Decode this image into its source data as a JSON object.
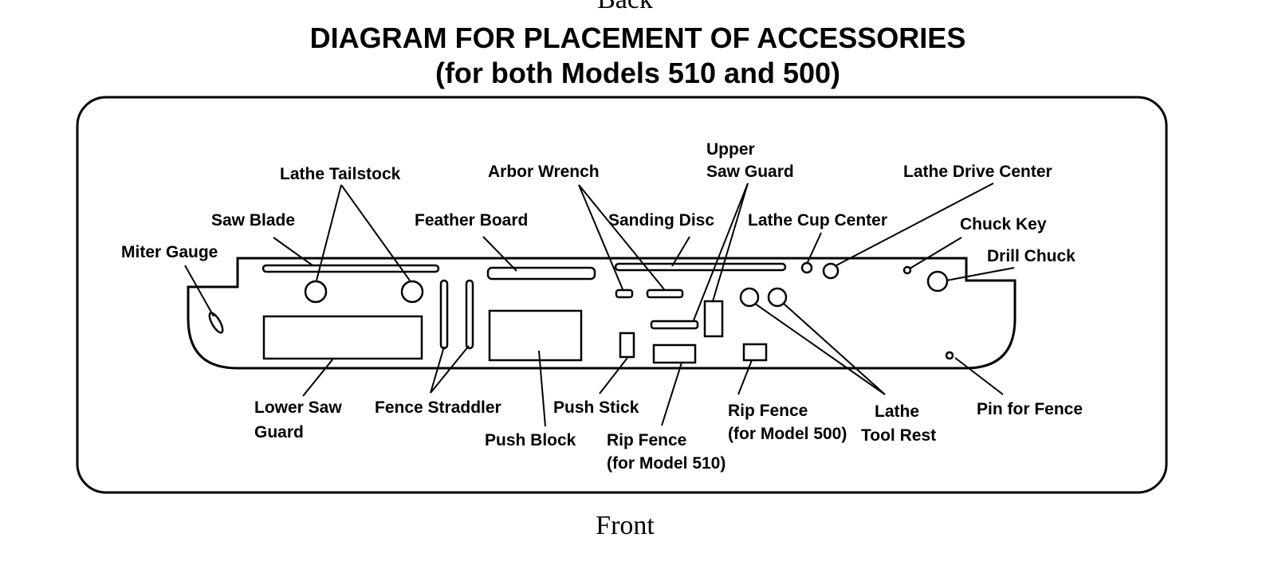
{
  "page": {
    "back_label": "Back",
    "front_label": "Front",
    "title_line1": "DIAGRAM FOR PLACEMENT OF ACCESSORIES",
    "title_line2": "(for both Models 510 and 500)"
  },
  "labels": {
    "miter_gauge": "Miter Gauge",
    "saw_blade": "Saw Blade",
    "lathe_tailstock": "Lathe Tailstock",
    "feather_board": "Feather Board",
    "arbor_wrench": "Arbor Wrench",
    "sanding_disc": "Sanding Disc",
    "upper_saw_guard_1": "Upper",
    "upper_saw_guard_2": "Saw Guard",
    "lathe_cup_center": "Lathe Cup Center",
    "lathe_drive_center": "Lathe Drive Center",
    "chuck_key": "Chuck Key",
    "drill_chuck": "Drill Chuck",
    "lower_saw_guard_1": "Lower Saw",
    "lower_saw_guard_2": "Guard",
    "fence_straddler": "Fence Straddler",
    "push_block": "Push Block",
    "push_stick": "Push Stick",
    "rip_fence_510_1": "Rip Fence",
    "rip_fence_510_2": "(for Model 510)",
    "rip_fence_500_1": "Rip Fence",
    "rip_fence_500_2": "(for Model 500)",
    "lathe_tool_rest_1": "Lathe",
    "lathe_tool_rest_2": "Tool Rest",
    "pin_for_fence": "Pin for Fence"
  }
}
